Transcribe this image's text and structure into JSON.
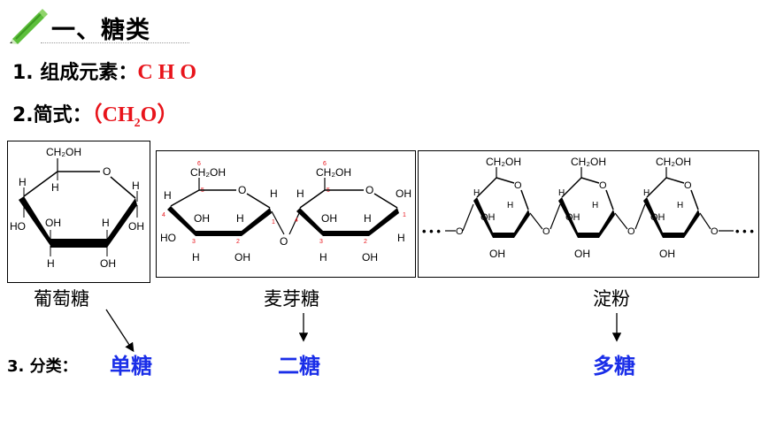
{
  "title": "一、糖类",
  "elements": {
    "label": "1. 组成元素：",
    "value": "C H O"
  },
  "formula": {
    "label": "2.简式：",
    "open": "（CH",
    "sub": "2",
    "close": "O）"
  },
  "structures": {
    "glucose": {
      "name": "葡萄糖"
    },
    "maltose": {
      "name": "麦芽糖"
    },
    "starch": {
      "name": "淀粉"
    }
  },
  "chem": {
    "ch2oh": "CH₂OH",
    "oh": "OH",
    "h": "H",
    "o": "O",
    "ho": "HO",
    "dots": "• • •",
    "nums": [
      "1",
      "2",
      "3",
      "4",
      "5",
      "6"
    ]
  },
  "classification": {
    "label": "3. 分类：",
    "mono": "单糖",
    "di": "二糖",
    "poly": "多糖"
  },
  "colors": {
    "red": "#e8141b",
    "blue": "#1a2ee8",
    "pencil": "#5cbf3a"
  }
}
